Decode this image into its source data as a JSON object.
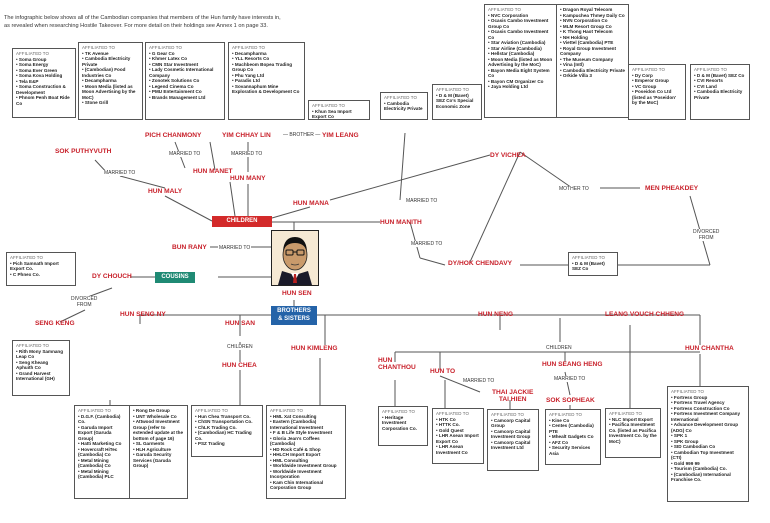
{
  "intro": {
    "line1": "The infographic below shows all of the Cambodian companies that members of the Hun family have interests in,",
    "line2": "as revealed when researching Hostile Takeover. For more detail on their holdings see Annex 1 on page 33."
  },
  "heading": "AFFILIATED TO",
  "people": {
    "hun_sen": "HUN SEN",
    "bun_rany": "BUN RANY",
    "hun_maly": "HUN MALY",
    "sok_puthyvuth": "SOK PUTHYVUTH",
    "pich_chanmony": "PICH CHANMONY",
    "hun_manet": "HUN MANET",
    "yim_chhay_lin": "YIM CHHAY LIN",
    "yim_leang": "YIM LEANG",
    "hun_many": "HUN MANY",
    "hun_mana": "HUN MANA",
    "hun_manith": "HUN MANITH",
    "dy_vichea": "DY VICHEA",
    "men_pheakdey": "MEN PHEAKDEY",
    "dy_hok_chendavy": "DY/HOK CHENDAVY",
    "dy_chouch": "DY CHOUCH",
    "seng_keng": "SENG KENG",
    "hun_seng_ny": "HUN SENG NY",
    "hun_san": "HUN SAN",
    "hun_chea": "HUN CHEA",
    "hun_kimleng": "HUN KIMLENG",
    "hun_neng": "HUN NENG",
    "leang_vouch_chheng": "LEANG VOUCH CHHENG",
    "hun_chantha": "HUN CHANTHA",
    "hun_chanthou": "HUN\nCHANTHOU",
    "hun_to": "HUN TO",
    "thai_jackie": "THAI JACKIE\nTAI HIEN",
    "hun_seang_heng": "HUN SEANG HENG",
    "sok_sopheak": "SOK SOPHEAK"
  },
  "tags": {
    "children": "CHILDREN",
    "cousins": "COUSINS",
    "brothers_sisters": "BROTHERS\n& SISTERS"
  },
  "relations": {
    "married_to": "MARRIED TO",
    "brother": "— BROTHER —",
    "mother_to": "MOTHER TO",
    "divorced_from": "DIVORCED\nFROM",
    "children": "CHILDREN"
  },
  "boxes": {
    "sok_puthyvuth": [
      "Soma Group",
      "Soma Energy",
      "Soma Ever Green",
      "Soma Kova Holding",
      "Tela E&P",
      "Soma Construction & Development",
      "Phnom Penh Boat Ride Co"
    ],
    "hun_maly": [
      "TK Avenue",
      "Cambodia Electricity Private",
      "(Cambodian) Food Industries Co",
      "Decampharma",
      "Moon Media (listed as Moon Advertising by the MoC)",
      "Stone Grill"
    ],
    "pich_chanmony": [
      "G Gear Co",
      "Khmer Latex Co",
      "CMN Star Investment",
      "Lady Cosmetic International Company",
      "Zonotek Solutions Co",
      "Legend Cinema Co",
      "PMU Entertainment Co",
      "Brands Management Ltd"
    ],
    "hun_many": [
      "Decampharma",
      "YLL Resorts Co",
      "Machbeom Bopea Trading Group Co",
      "Phu Yang Ltd",
      "Paradis Ltd",
      "Sovannaphum Mine Exploration & Development Co"
    ],
    "yim_chhay_lin": [
      "Khun Sea Import Export Co"
    ],
    "hun_manith": [
      "Cambodia Electricity Private"
    ],
    "dy_hok_top": [
      "D & M (Bavet) SEZ Co's Special Economic Zone"
    ],
    "hun_mana_a": [
      "NVC Corporation",
      "Ocasis Cambo Investment Group Co",
      "Ocasis Cambo Investment Co",
      "Star Aviation (Cambodia)",
      "Star Airline (Cambodia)",
      "Hellstar (Cambodia)",
      "Moon Media (listed as Moon Advertising by the MoC)",
      "Bayon Media Eight System Co",
      "Bayon CM Organizer Co",
      "Jaya Holding Ltd"
    ],
    "hun_mana_b": [
      "Dragon Royal Telecom",
      "Kampuchea Thmey Daily Co",
      "NVN Corporation Co",
      "MLM Resort Group Co",
      "K Thong Haot Telecom",
      "NH Holding",
      "Viettel (Cambodia) PTE",
      "Royal Group Investment Company",
      "The Museum Company",
      "Vina (Intl)",
      "Cambodia Electricity Private",
      "Orkide Villa 3"
    ],
    "dy_vichea": [
      "Dy Corp",
      "Emperor Group",
      "VC Group",
      "Poseidon Co Ltd (listed as 'Poseidon' by the MoC)"
    ],
    "men_pheakdey": [
      "D & M (Bavet) SEZ Co",
      "CVI Resorts",
      "CVI Land",
      "Cambodia Electricity Private"
    ],
    "dy_chendavy": [
      "D & M (Bavet) SEZ Co"
    ],
    "dy_chouch": [
      "Pich Samnath Import Export Co.",
      "C Phnex Co."
    ],
    "seng_keng": [
      "Rith Mony Samnang Leap Co",
      "Seng Kheang Aphuith Co",
      "Grand Harvest International (GH)"
    ],
    "hun_seng_ny_a": [
      "D.G.F. (Cambodia) Co.",
      "Garuda Import Export (Garuda Group)",
      "Hatti Marketing Co",
      "Hovercraft HiTec (Cambodia) Co",
      "Metal Mining (Cambodia) Co",
      "Metal Mining (Cambodia) PLC"
    ],
    "hun_seng_ny_b": [
      "Rong De Group",
      "UNT Wholesale Co",
      "Attwood Investment Group (refer to extended update at the bottom of page 16)",
      "SL Garments",
      "HLH Agriculture",
      "Garuda Security Services (Garuda Group)"
    ],
    "hun_chea": [
      "Hun Chea Transport Co.",
      "ChSN Transportation Co.",
      "ChLK Trading Co.",
      "(Cambodian) HC Trading Co.",
      "PSZ Trading"
    ],
    "hun_kimleng": [
      "HML Xat Consulting",
      "Eastern (Cambodia) International Investment",
      "F & B Life Style Investment",
      "Gloria Jean's Coffees (Cambodia)",
      "HD Rock Café & Shop",
      "HHLCH Import Export",
      "HML Consulting",
      "Worldwide Investment Group",
      "Worldwide Investment Incorporation",
      "Kam Chin International Corporation Group"
    ],
    "hun_chanthou": [
      "Heritage Investment Corporation Co."
    ],
    "hun_to": [
      "HTK Co",
      "HTTK Co.",
      "Gold Quest",
      "LHR Asean Import Export Co",
      "LHR Asean Investment Co"
    ],
    "thai_jackie": [
      "Camcorp Capital Group",
      "Camcorp Capital Investment Group",
      "Camcorp Capital Investment Ltd"
    ],
    "sok_sopheak": [
      "Kine Co",
      "Centes (Cambodia) PTE",
      "Mhealt Gadgets Co",
      "AFZ Co",
      "Security Services Asia"
    ],
    "leang_vouch_chheng": [
      "NLC Import Export",
      "Pacifica Investment Co. (listed as Pacifica Investment Co. by the MoC)"
    ],
    "hun_chantha": [
      "Fortress Group",
      "Fortress Travel Agency",
      "Fortress Construction Co",
      "Fortress Investment Company International",
      "Advance Development Group (ADG) Co",
      "SPK 1",
      "SPK Group",
      "SID Cambodian Co",
      "Cambodian Top Investment (CTI)",
      "Gold 999 99",
      "Tourism (Cambodia) Co.",
      "(Cambodian) International Franchise Co."
    ]
  },
  "colors": {
    "name_red": "#c8202a",
    "children_tag": "#d32a2a",
    "cousins_tag": "#1f8a74",
    "brothers_tag": "#2463a8",
    "line": "#555555"
  }
}
